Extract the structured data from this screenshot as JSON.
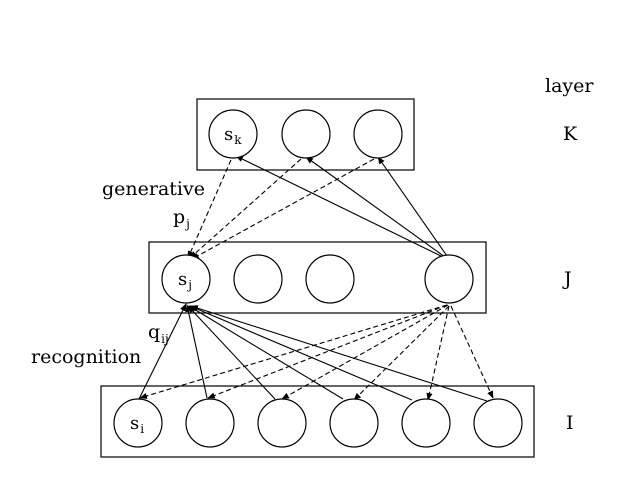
{
  "layer_header": "layer",
  "layers": {
    "K": {
      "name": "K",
      "node_label": "s",
      "node_sub": "k"
    },
    "J": {
      "name": "J",
      "node_label": "s",
      "node_sub": "j"
    },
    "I": {
      "name": "I",
      "node_label": "s",
      "node_sub": "i"
    }
  },
  "generative": {
    "label": "generative",
    "param": "p",
    "param_sub": "j"
  },
  "recognition": {
    "label": "recognition",
    "param": "q",
    "param_sub": "ij"
  }
}
